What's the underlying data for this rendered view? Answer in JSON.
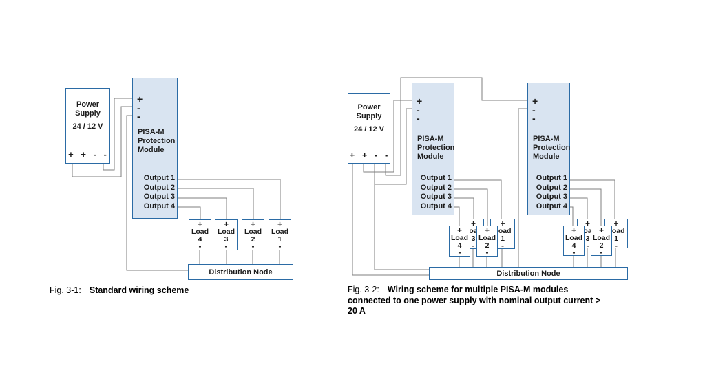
{
  "colors": {
    "box_border": "#2b6ba5",
    "module_fill": "#d9e4f1",
    "wire": "#7f7f7f",
    "text": "#1c1c1c"
  },
  "shared": {
    "power_supply": {
      "line1": "Power",
      "line2": "Supply",
      "voltage": "24 / 12 V",
      "terminals": "+ + - -"
    },
    "module": {
      "plus": "+",
      "minus": "-",
      "name_line1": "PISA-M",
      "name_line2": "Protection",
      "name_line3": "Module",
      "outputs": [
        "Output 1",
        "Output 2",
        "Output 3",
        "Output 4"
      ]
    },
    "load_word": "Load",
    "load_nums": [
      "4",
      "3",
      "2",
      "1"
    ],
    "plus": "+",
    "minus": "-",
    "distribution_node": "Distribution Node"
  },
  "left": {
    "caption": {
      "prefix": "Fig. 3-1:",
      "title": "Standard wiring scheme"
    }
  },
  "right": {
    "caption": {
      "prefix": "Fig. 3-2:",
      "title_line1": "Wiring scheme for multiple PISA-M modules",
      "title_line2": "connected to one power supply with nominal output current >",
      "title_line3": "20 A"
    }
  }
}
